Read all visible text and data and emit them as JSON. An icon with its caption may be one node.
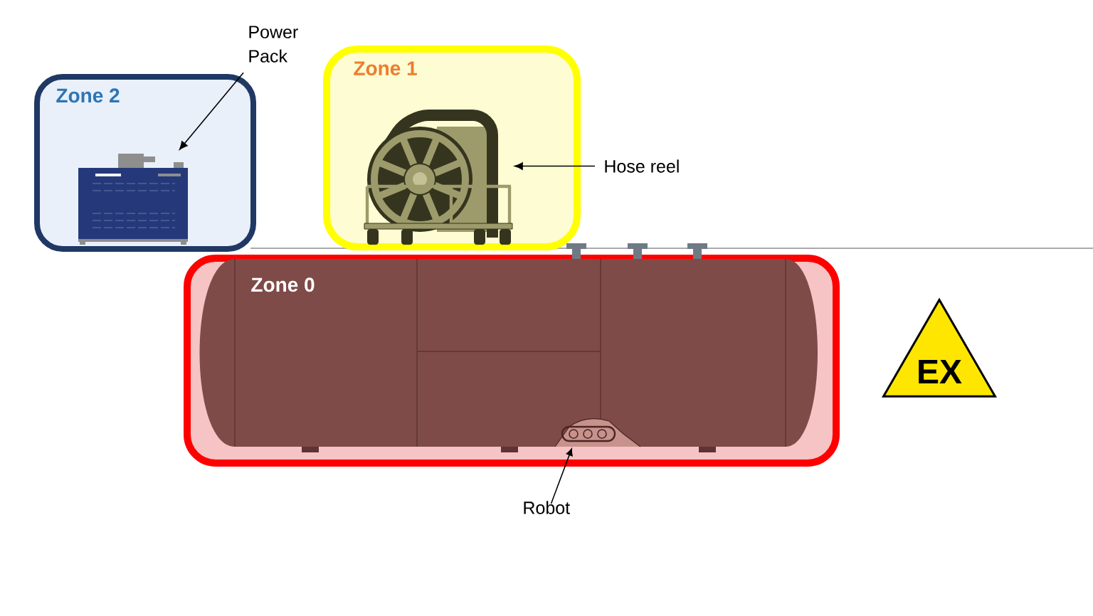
{
  "diagram": {
    "nodes": [
      {
        "text": [
          "Zone 2"
        ]
      },
      {
        "text": [
          "Power Pack"
        ]
      },
      {
        "text": [],
        "shape": "picture",
        "in": 0
      },
      {
        "text": [
          "Zone 1"
        ]
      },
      {
        "text": [],
        "shape": "picture",
        "in": 3
      },
      {
        "text": [
          "Hose reel"
        ]
      },
      {
        "text": [
          "Zone 0"
        ]
      },
      {
        "text": [],
        "shape": "picture",
        "in": 6
      },
      {
        "text": [
          "Robot"
        ]
      },
      {
        "text": [
          "EX"
        ]
      }
    ],
    "edges": [
      {
        "from": 1,
        "to": 2,
        "arrow": "to"
      },
      {
        "from": 5,
        "to": 4,
        "arrow": "to"
      },
      {
        "from": 8,
        "to": 7,
        "arrow": "to"
      }
    ]
  }
}
